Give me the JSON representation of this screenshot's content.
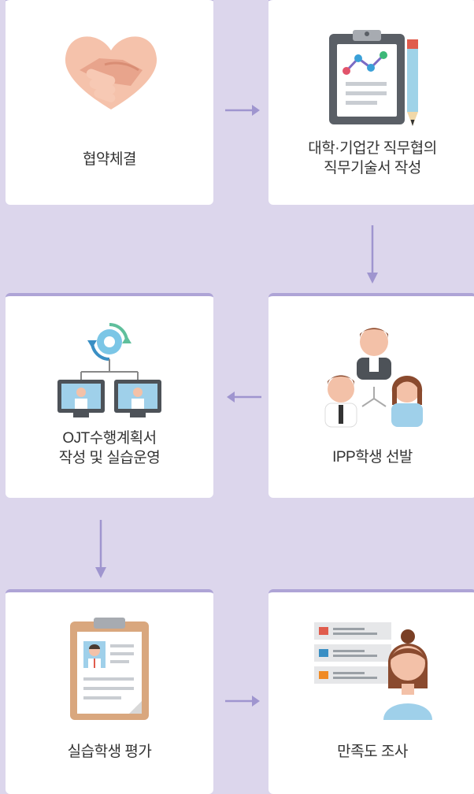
{
  "colors": {
    "background": "#dcd6ec",
    "card": "#ffffff",
    "card_top_border": "#aea4d6",
    "arrow": "#9f95cf",
    "text": "#333333"
  },
  "steps": [
    {
      "icon": "handshake-icon",
      "label_lines": [
        "협약체결"
      ]
    },
    {
      "icon": "clipboard-chart-pencil-icon",
      "label_lines": [
        "대학·기업간 직무협의",
        "직무기술서 작성"
      ]
    },
    {
      "icon": "monitors-cycle-icon",
      "label_lines": [
        "OJT수행계획서",
        "작성 및 실습운영"
      ]
    },
    {
      "icon": "team-people-icon",
      "label_lines": [
        "IPP학생 선발"
      ]
    },
    {
      "icon": "resume-clipboard-icon",
      "label_lines": [
        "실습학생 평가"
      ]
    },
    {
      "icon": "survey-woman-icon",
      "label_lines": [
        "만족도 조사"
      ]
    }
  ],
  "arrows": [
    "right",
    "down",
    "left",
    "down",
    "right"
  ]
}
